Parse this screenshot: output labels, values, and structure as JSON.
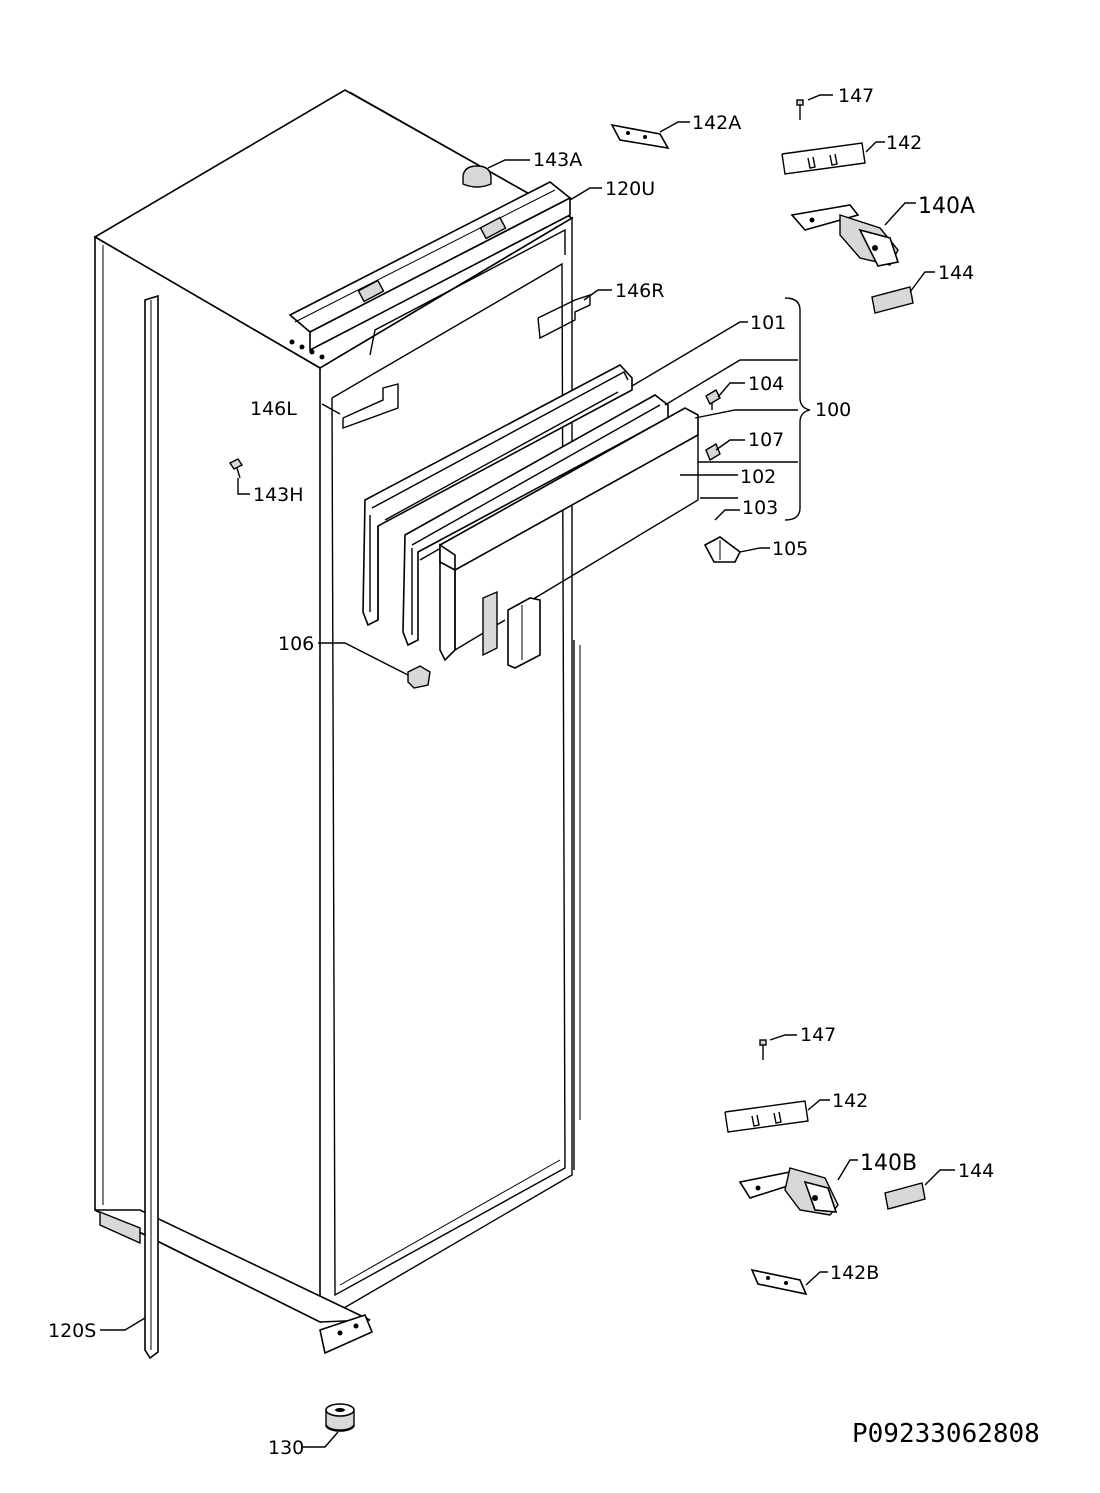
{
  "labels": {
    "l147a": "147",
    "l142a_cap": "142A",
    "l142_top": "142",
    "l143a": "143A",
    "l120u": "120U",
    "l140a": "140A",
    "l144_top": "144",
    "l146r": "146R",
    "l101": "101",
    "l104": "104",
    "l100": "100",
    "l146l": "146L",
    "l107": "107",
    "l143h": "143H",
    "l102": "102",
    "l103": "103",
    "l105": "105",
    "l106": "106",
    "l147b": "147",
    "l142_bot": "142",
    "l140b": "140B",
    "l144_bot": "144",
    "l142b": "142B",
    "l120s": "120S",
    "l130": "130"
  },
  "drawing_code": "P09233062808"
}
